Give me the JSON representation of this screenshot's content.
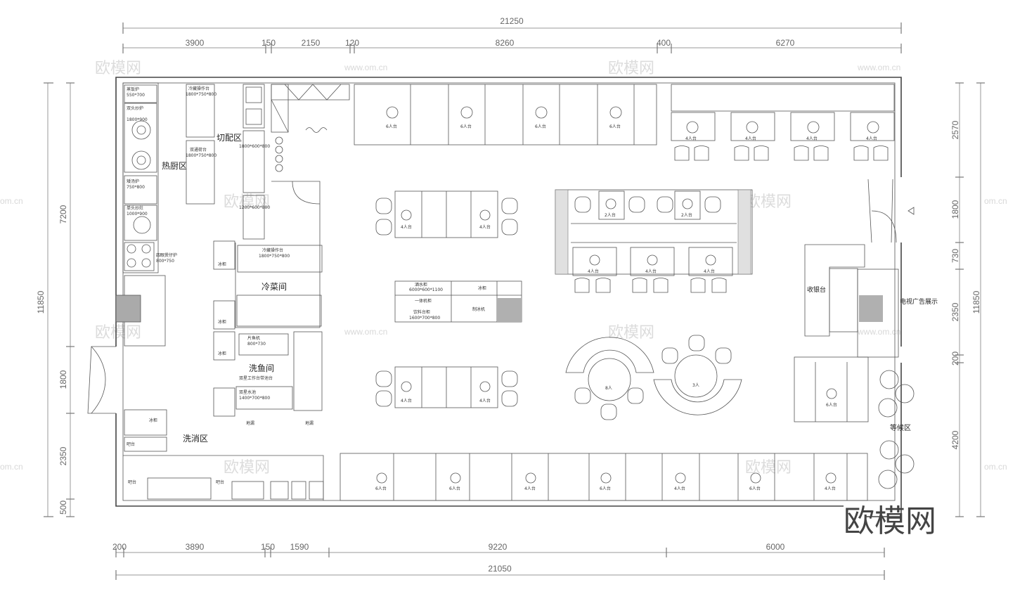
{
  "dimensions": {
    "top_total": "21250",
    "top_segments": [
      "3900",
      "150",
      "2150",
      "120",
      "8260",
      "400",
      "6270"
    ],
    "bottom_segments": [
      "200",
      "3890",
      "150",
      "1590",
      "9220",
      "6000"
    ],
    "bottom_total": "21050",
    "left_total": "11850",
    "left_segments": [
      "7200",
      "1800",
      "2350",
      "500"
    ],
    "right_total": "11850",
    "right_segments": [
      "2570",
      "1800",
      "730",
      "2350",
      "200",
      "4200"
    ]
  },
  "zones": {
    "hot_kitchen": "热厨区",
    "prep": "切配区",
    "cold_dish": "冷菜间",
    "fish_wash": "洗鱼间",
    "dishwash": "洗消区",
    "cashier": "收银台",
    "tv_ad": "电视广告展示",
    "waiting": "等候区"
  },
  "equipment": {
    "stove_a": "蒸饭炉",
    "stove_a_size": "550*700",
    "double_stove": "双头炒炉",
    "double_stove_size": "1800*900",
    "low_stove": "矮汤炉",
    "low_stove_size": "750*800",
    "single_stove": "单头炒灶",
    "single_stove_size": "1000*900",
    "fryer": "四眼煲仔炉",
    "fryer_size": "800*750",
    "fridge_bench": "冷藏操作台",
    "fridge_bench_size": "1800*750*800",
    "work_bench": "双通荷台",
    "work_bench_size": "1800*750*800",
    "cold_bench_size_a": "1800*600*800",
    "cold_bench_size_b": "1200*600*800",
    "cold_op_bench": "冷藏操作台",
    "cold_op_bench_size": "1800*750*800",
    "fish_machine": "片鱼机",
    "fish_machine_size": "800*730",
    "fish_sink_label": "双星工作台带池台",
    "dish_sink_label": "双星水池",
    "dish_sink_size": "1400*700*800",
    "fridge": "冰柜",
    "drain": "地漏",
    "counter": "吧台",
    "bar_drink": "酒水柜",
    "bar_size": "6000*600*1100",
    "bar_mid": "一体机柜",
    "bar_bottom": "饮料台柜",
    "bar_bottom_size": "1600*700*800",
    "bar_right_a": "冰柜",
    "bar_right_b": "制冰机"
  },
  "tables": {
    "six": "6人台",
    "four": "4人台",
    "two": "2人台",
    "eight": "8人",
    "three": "3人"
  },
  "watermarks": {
    "text": "欧模网",
    "url": "www.om.cn",
    "short_url": "om.cn"
  },
  "brand": "欧模网"
}
